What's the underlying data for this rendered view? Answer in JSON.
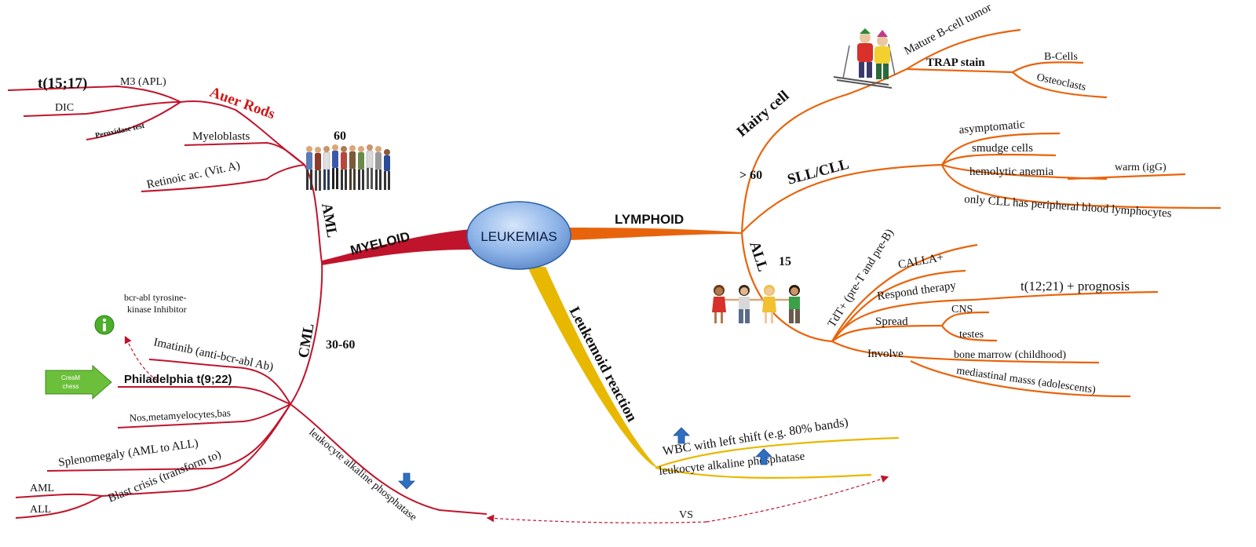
{
  "colors": {
    "myeloid": "#c0142c",
    "lymphoid": "#e8640c",
    "leukemoid": "#e8b800",
    "center_fill": "#8db4e8",
    "center_stroke": "#2b5fa6",
    "dashed": "#c0142c",
    "icon_blue": "#2f6fc2",
    "icon_green": "#4caf2a"
  },
  "center": {
    "label": "LEUKEMIAS"
  },
  "main_branches": {
    "myeloid": "MYELOID",
    "lymphoid": "LYMPHOID",
    "leukemoid": "Leukemoid reaction"
  },
  "myeloid": {
    "aml": {
      "label": "AML",
      "age": "60",
      "auer_rods": "Auer Rods",
      "m3": "M3 (APL)",
      "t1517": "t(15;17)",
      "dic": "DIC",
      "peroxidase": "Peroxidase test",
      "myeloblasts": "Myeloblasts",
      "retinoic": "Retinoic ac. (Vit. A)"
    },
    "cml": {
      "label": "CML",
      "age": "30-60",
      "bcr_note_line1": "bcr-abl tyrosine-",
      "bcr_note_line2": "kinase Inhibitor",
      "imatinib": "Imatinib (anti-bcr-abl Ab)",
      "philadelphia": "Philadelphia t(9;22)",
      "nos": "Nos,metamyelocytes,bas",
      "splenomegaly": "Splenomegaly (AML to ALL)",
      "blast_crisis": "Blast crisis (transform to)",
      "blast_aml": "AML",
      "blast_all": "ALL",
      "lap": "leukocyte alkaline phosphatase",
      "badge_line1": "CreaM",
      "badge_line2": "chess"
    }
  },
  "lymphoid": {
    "over60": "> 60",
    "hairy": {
      "label": "Hairy cell",
      "mature": "Mature B-cell tumor",
      "trap": "TRAP stain",
      "bcells": "B-Cells",
      "osteoclasts": "Osteoclasts"
    },
    "sll": {
      "label": "SLL/CLL",
      "asymptomatic": "asymptomatic",
      "smudge": "smudge cells",
      "hemolytic": "hemolytic anemia",
      "warm": "warm (igG)",
      "only_cll": "only CLL has peripheral blood lymphocytes"
    },
    "all": {
      "label": "ALL",
      "age": "15",
      "tdt": "TdT+ (pre-T and pre-B)",
      "calla": "CALLA+",
      "respond": "Respond therapy",
      "t1221": "t(12;21) + prognosis",
      "spread": "Spread",
      "cns": "CNS",
      "testes": "testes",
      "involve": "Involve",
      "bone_marrow": "bone marrow (childhood)",
      "mediastinal": "mediastinal masss (adolescents)"
    }
  },
  "leukemoid": {
    "wbc": "WBC with left shift (e.g. 80% bands)",
    "lap": "leukocyte alkaline phosphatase",
    "vs": "VS"
  },
  "icons": [
    "people-group-icon",
    "children-icon",
    "skiers-icon",
    "info-icon",
    "arrow-right-badge-icon",
    "arrow-up-icon",
    "arrow-down-icon"
  ]
}
